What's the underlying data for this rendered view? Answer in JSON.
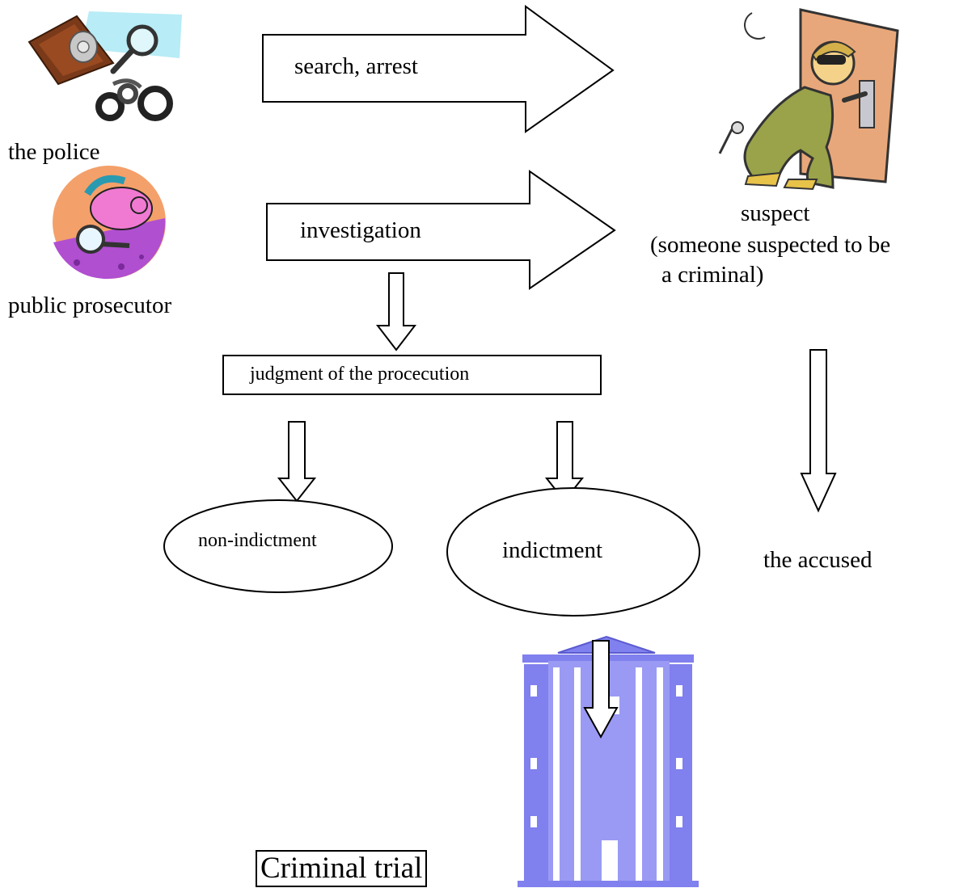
{
  "actors": {
    "police": {
      "label": "the police",
      "icon": "police-badge-handcuffs-icon"
    },
    "prosecutor": {
      "label": "public prosecutor",
      "icon": "prosecutor-magnifier-icon"
    },
    "suspect": {
      "label_lines": [
        "suspect",
        "(someone suspected to be",
        "a criminal)"
      ],
      "icon": "burglar-door-icon"
    },
    "accused": {
      "label": "the accused"
    }
  },
  "arrows": {
    "search": {
      "label": "search, arrest"
    },
    "investigation": {
      "label": "investigation"
    }
  },
  "nodes": {
    "judgment": {
      "label": "judgment of the procecution"
    },
    "non_indictment": {
      "label": "non-indictment"
    },
    "indictment": {
      "label": "indictment"
    }
  },
  "trial": {
    "label": "Criminal trial",
    "icon": "courthouse-icon"
  },
  "colors": {
    "line": "#000000",
    "courthouse": "#8080ee",
    "door": "#e8a77a",
    "burglar_suit": "#9aa24a",
    "prosecutor_bg": "#b04fd0"
  }
}
